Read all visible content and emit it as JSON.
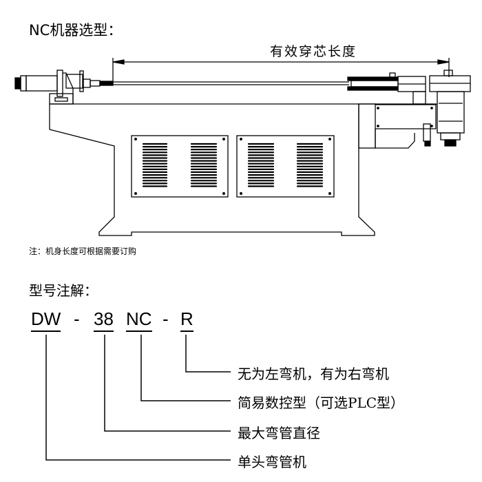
{
  "title": "NC机器选型：",
  "drawing": {
    "dimension_label": "有效穿芯长度",
    "note": "注：机身长度可根据需要订购"
  },
  "model": {
    "heading": "型号注解：",
    "parts": [
      {
        "code": "DW",
        "description": "单头弯管机"
      },
      {
        "code": "38",
        "description": "最大弯管直径"
      },
      {
        "code": "NC",
        "description": "简易数控型（可选PLC型）"
      },
      {
        "code": "R",
        "description": "无为左弯机，有为右弯机"
      }
    ],
    "separator": "-"
  }
}
